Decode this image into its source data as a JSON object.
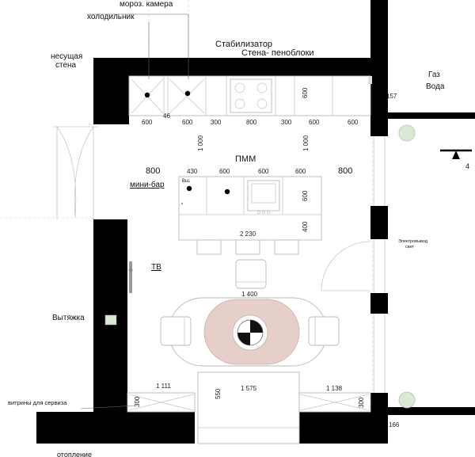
{
  "labels": {
    "freezer": "мороз. камера",
    "fridge": "холодильник",
    "stabilizer": "Стабилизатор",
    "foam_wall": "Стена- пеноблоки",
    "bearing_wall_1": "несущая",
    "bearing_wall_2": "стена",
    "gas": "Газ",
    "water": "Вода",
    "dishwasher": "ПММ",
    "minibar": "мини-бар",
    "bsh": "Вш.",
    "tv": "ТВ",
    "hood": "Вытяжка",
    "electric_outlet_1": "Электровывод",
    "electric_outlet_2": "свет",
    "showcases": "витрины для сервиза",
    "heating": "отопление",
    "section_mark": "4"
  },
  "dims": {
    "top_row": [
      "600",
      "46",
      "600",
      "300",
      "800",
      "300",
      "600",
      "600"
    ],
    "d157": "157",
    "d600_upper": "600",
    "v1000_left": "1 000",
    "v1000_right": "1 000",
    "island_row": [
      "800",
      "430",
      "600",
      "600",
      "600",
      "800"
    ],
    "island_600": "600",
    "island_400": "400",
    "island_len": "2 230",
    "table_len": "1 400",
    "d1111": "1 111",
    "d1575": "1 575",
    "d1138": "1 138",
    "d550": "550",
    "d300_left": "300",
    "d300_right": "300",
    "d166": "166"
  }
}
